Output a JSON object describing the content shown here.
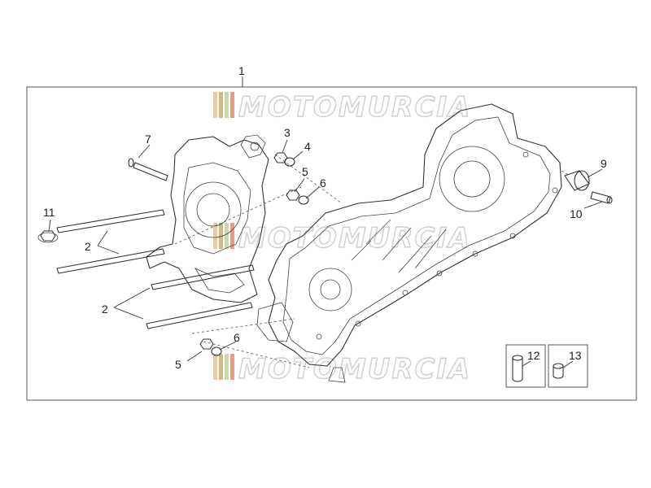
{
  "watermark": {
    "text": "MOTOMURCIA",
    "stripe_colors": [
      "#e7c9a4",
      "#d8b37a",
      "#c9d8a4",
      "#e89a8a"
    ]
  },
  "callouts": [
    "1",
    "2",
    "2",
    "3",
    "4",
    "5",
    "5",
    "6",
    "6",
    "7",
    "9",
    "10",
    "11",
    "12",
    "13"
  ]
}
